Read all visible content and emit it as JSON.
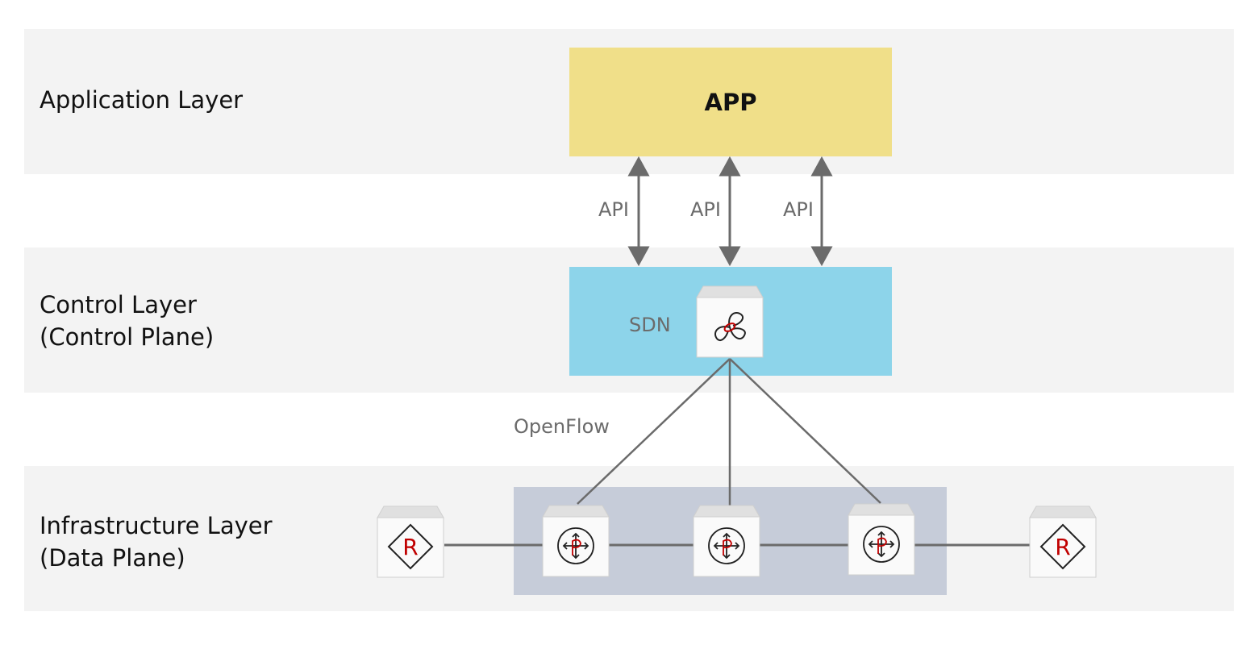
{
  "layers": {
    "application": "Application Layer",
    "control": "Control Layer\n(Control Plane)",
    "infrastructure": "Infrastructure Layer\n(Data Plane)"
  },
  "app_box": {
    "label": "APP"
  },
  "api_labels": [
    "API",
    "API",
    "API"
  ],
  "controller": {
    "label": "SDN",
    "icon": "sdn-controller-icon"
  },
  "protocol_label": "OpenFlow",
  "devices": [
    {
      "icon": "router-icon",
      "letter": "R"
    },
    {
      "icon": "switch-icon"
    },
    {
      "icon": "switch-icon"
    },
    {
      "icon": "switch-icon"
    },
    {
      "icon": "router-icon",
      "letter": "R"
    }
  ],
  "colors": {
    "band": "#f3f3f3",
    "app": "#f0df89",
    "control": "#8dd4ea",
    "data_plane": "#c6ccd9",
    "arrow": "#6b6b6b",
    "accent": "#c00000"
  }
}
